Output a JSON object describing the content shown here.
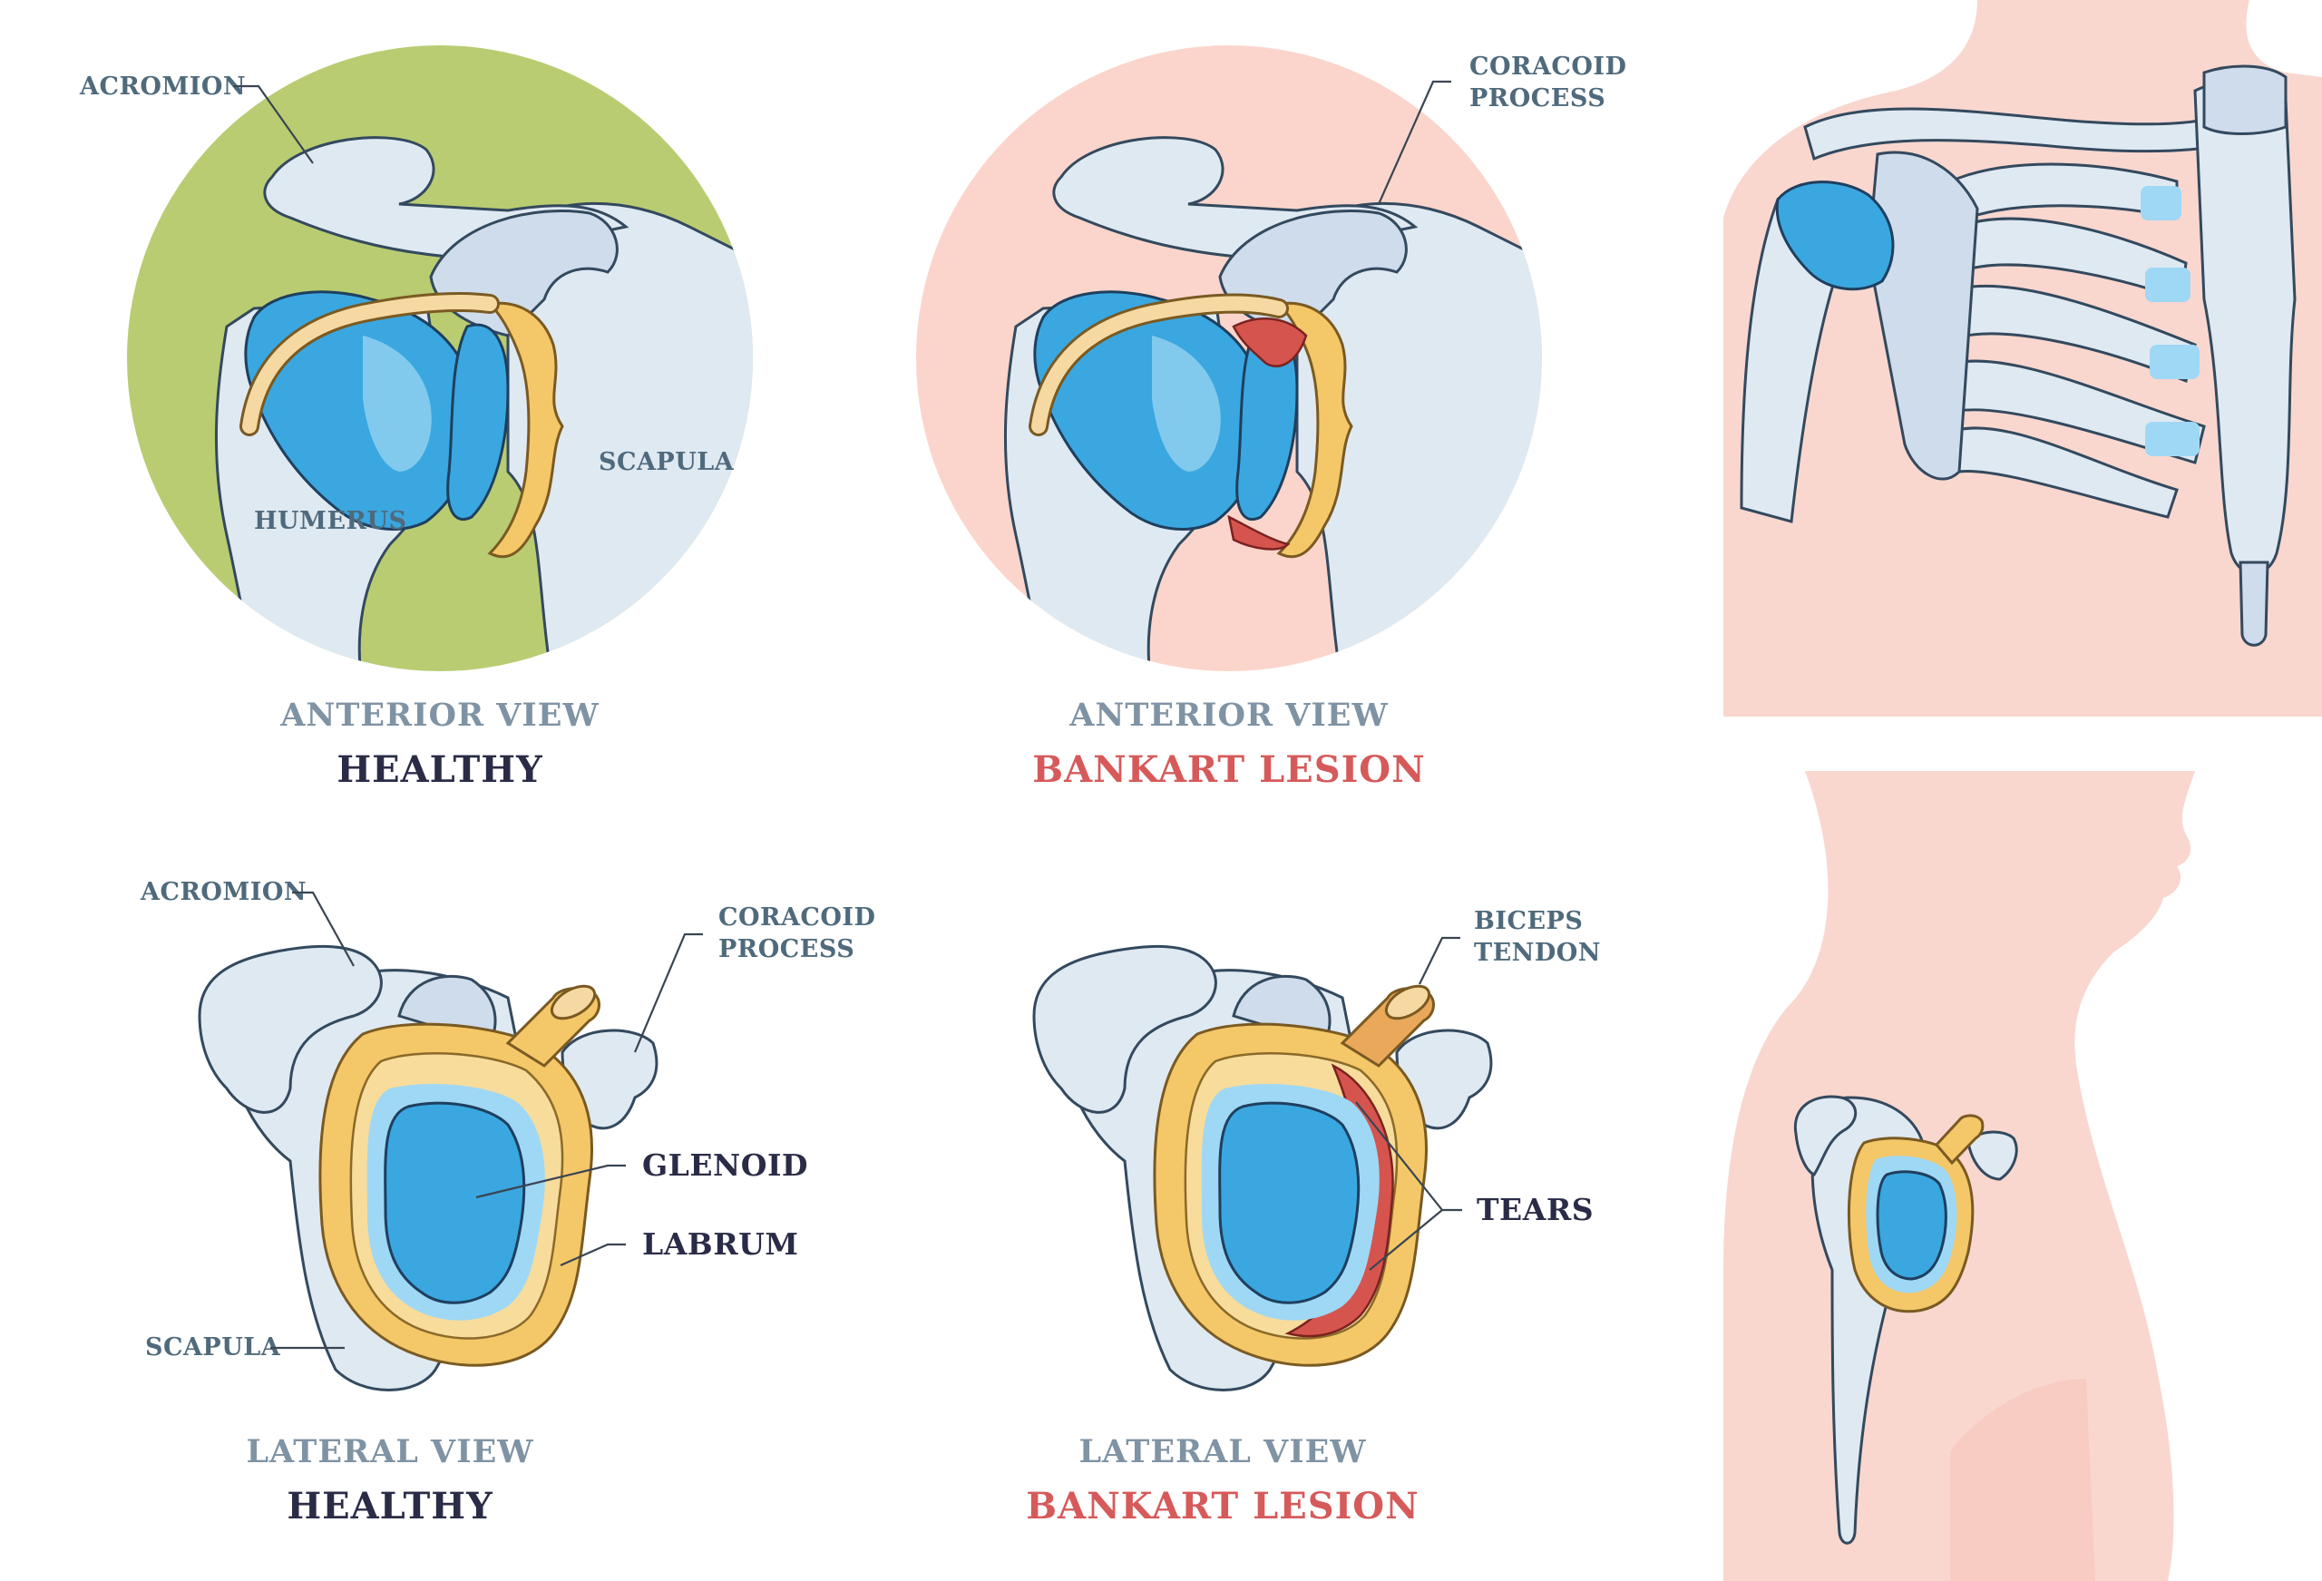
{
  "panels": {
    "anterior_healthy": {
      "labels": {
        "acromion": "ACROMION",
        "humerus": "HUMERUS",
        "scapula": "SCAPULA"
      },
      "view": "ANTERIOR VIEW",
      "condition": "HEALTHY",
      "bg_color": "#b9cc72"
    },
    "anterior_lesion": {
      "labels": {
        "coracoid_line1": "CORACOID",
        "coracoid_line2": "PROCESS"
      },
      "view": "ANTERIOR VIEW",
      "condition": "BANKART LESION",
      "bg_color": "#fbd5cb"
    },
    "lateral_healthy": {
      "labels": {
        "acromion": "ACROMION",
        "coracoid_line1": "CORACOID",
        "coracoid_line2": "PROCESS",
        "glenoid": "GLENOID",
        "labrum": "LABRUM",
        "scapula": "SCAPULA"
      },
      "view": "LATERAL VIEW",
      "condition": "HEALTHY"
    },
    "lateral_lesion": {
      "labels": {
        "biceps_line1": "BICEPS",
        "biceps_line2": "TENDON",
        "tears": "TEARS"
      },
      "view": "LATERAL VIEW",
      "condition": "BANKART LESION"
    }
  },
  "colors": {
    "bone": "#dfe9f2",
    "cartilage": "#3aa7e0",
    "labrum": "#f4c768",
    "tear": "#d6544e",
    "skin": "#f9d7cf",
    "lesion_text": "#d65a5a",
    "healthy_text": "#2a2c47"
  }
}
